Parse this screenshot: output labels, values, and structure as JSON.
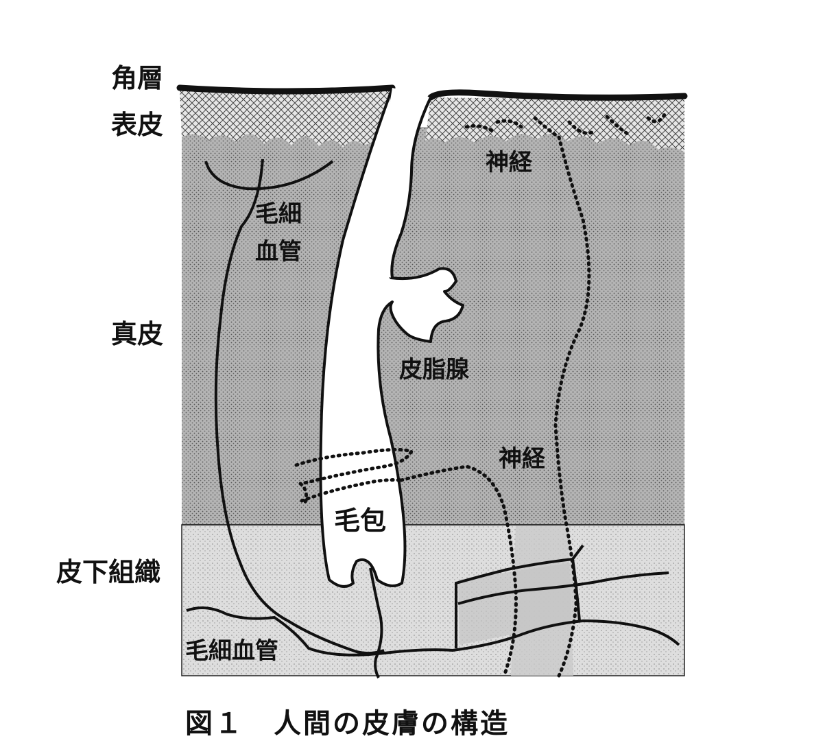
{
  "layers": {
    "stratum_corneum": "角層",
    "epidermis": "表皮",
    "dermis": "真皮",
    "subcutaneous": "皮下組織"
  },
  "structures": {
    "capillary_upper": "毛細\n血管",
    "capillary_upper_line1": "毛細",
    "capillary_upper_line2": "血管",
    "nerve_upper": "神経",
    "sebaceous_gland": "皮脂腺",
    "nerve_lower": "神経",
    "hair_follicle": "毛包",
    "capillary_lower": "毛細血管"
  },
  "caption": "図１　人間の皮膚の構造",
  "colors": {
    "ink": "#111111",
    "dermis_fill": "#a9a9a9",
    "subcutaneous_fill": "#d9d9d9",
    "follicle_fill": "#ffffff"
  }
}
